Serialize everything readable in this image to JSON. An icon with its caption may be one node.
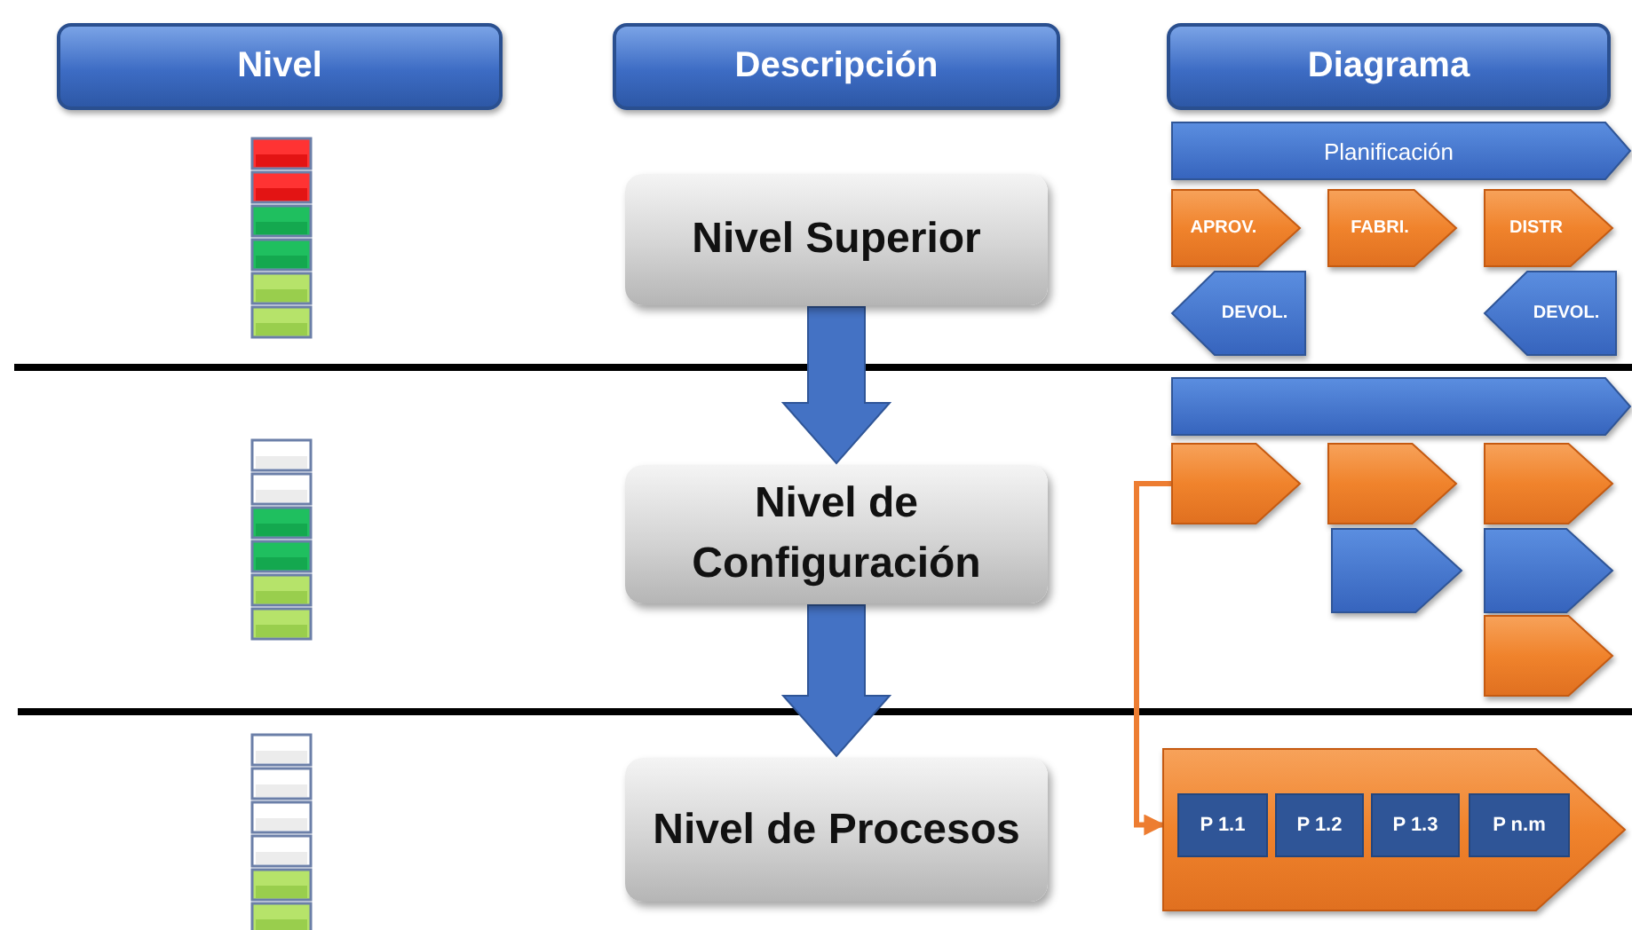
{
  "diagram": {
    "nodes": [
      {
        "text": [
          "Nivel"
        ]
      },
      {
        "text": [
          "Descripción"
        ]
      },
      {
        "text": [
          "Diagrama"
        ]
      },
      {
        "text": [
          "Nivel Superior"
        ]
      },
      {
        "text": [
          "Nivel de Configuración"
        ]
      },
      {
        "text": [
          "Nivel de Procesos"
        ]
      },
      {
        "text": [
          "Planificación"
        ]
      },
      {
        "text": [
          "APROV."
        ]
      },
      {
        "text": [
          "FABRI."
        ]
      },
      {
        "text": [
          "DISTR"
        ]
      },
      {
        "text": [
          "DEVOL."
        ]
      },
      {
        "text": [
          "DEVOL."
        ]
      },
      {
        "text": [],
        "shape": "bar"
      },
      {
        "text": [],
        "shape": "chevron"
      },
      {
        "text": [],
        "shape": "chevron"
      },
      {
        "text": [],
        "shape": "chevron"
      },
      {
        "text": [],
        "shape": "chevron"
      },
      {
        "text": [],
        "shape": "chevron"
      },
      {
        "text": [],
        "shape": "chevron"
      },
      {
        "text": [],
        "shape": "chevron"
      },
      {
        "text": [
          "P 1.1"
        ],
        "in": 19
      },
      {
        "text": [
          "P 1.2"
        ],
        "in": 19
      },
      {
        "text": [
          "P 1.3"
        ],
        "in": 19
      },
      {
        "text": [
          "P n.m"
        ],
        "in": 19
      }
    ],
    "edges": [
      {
        "from": 3,
        "to": 4,
        "arrow": "to",
        "style": "thick"
      },
      {
        "from": 4,
        "to": 5,
        "arrow": "to",
        "style": "thick"
      },
      {
        "from": 13,
        "to": 19,
        "arrow": "to",
        "color": "#ed7d31"
      }
    ]
  }
}
